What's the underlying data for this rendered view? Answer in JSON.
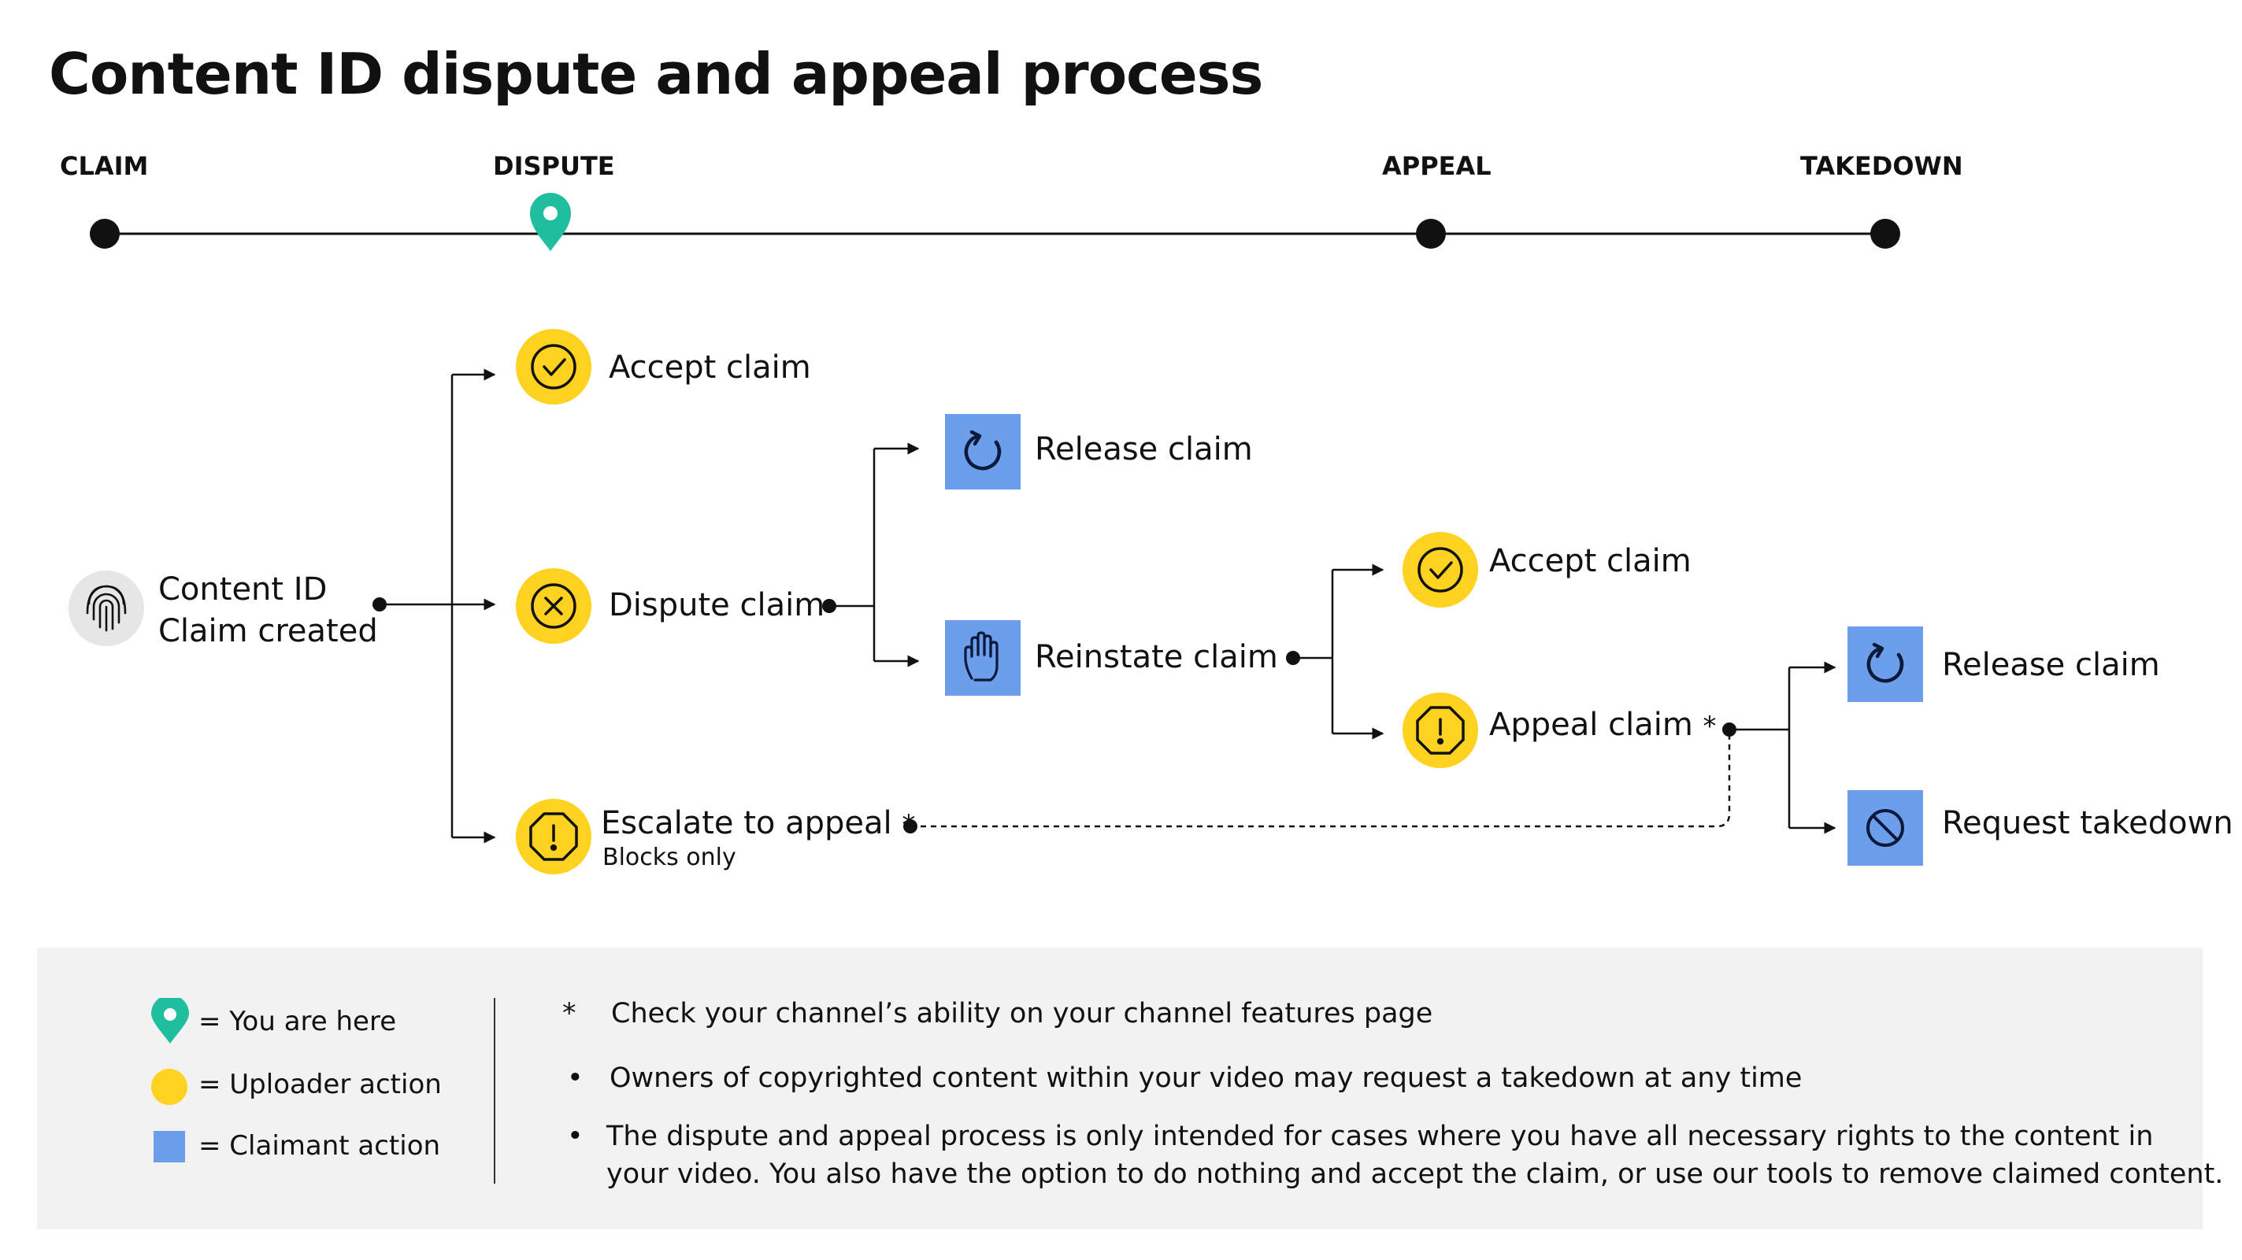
{
  "title": "Content ID dispute and appeal process",
  "stages": [
    "CLAIM",
    "DISPUTE",
    "APPEAL",
    "TAKEDOWN"
  ],
  "colors": {
    "uploader": "#FFD21F",
    "claimant": "#6D9EEB",
    "marker": "#1EBE9E",
    "start_node": "#E6E6E6",
    "legend_bg": "#F2F2F2"
  },
  "start": {
    "line1": "Content ID",
    "line2": "Claim created",
    "icon": "fingerprint-icon"
  },
  "nodes": {
    "accept1": {
      "label": "Accept claim",
      "icon": "check-icon"
    },
    "dispute": {
      "label": "Dispute claim",
      "icon": "x-icon"
    },
    "escalate": {
      "label": "Escalate to appeal",
      "star": "*",
      "sub": "Blocks only",
      "icon": "alert-octagon-icon"
    },
    "release1": {
      "label": "Release claim",
      "icon": "refresh-icon"
    },
    "reinstate": {
      "label": "Reinstate claim",
      "icon": "hand-icon"
    },
    "accept2": {
      "label": "Accept claim",
      "icon": "check-icon"
    },
    "appeal": {
      "label": "Appeal claim",
      "star": "*",
      "icon": "alert-octagon-icon"
    },
    "release2": {
      "label": "Release claim",
      "icon": "refresh-icon"
    },
    "takedown": {
      "label": "Request takedown",
      "icon": "block-icon"
    }
  },
  "legend": {
    "you_are_here": "= You are here",
    "uploader": "= Uploader action",
    "claimant": "= Claimant action"
  },
  "notes": {
    "star_symbol": "*",
    "bullet_symbol": "•",
    "star_note": "Check your channel’s ability on your channel features page",
    "bullet1": "Owners of copyrighted content within your video may request a takedown at any time",
    "bullet2_line1": "The dispute and appeal process is only intended for cases where you have all necessary rights to the content in",
    "bullet2_line2": "your video. You also have the option to do nothing and accept the claim, or use our tools to remove claimed content."
  }
}
